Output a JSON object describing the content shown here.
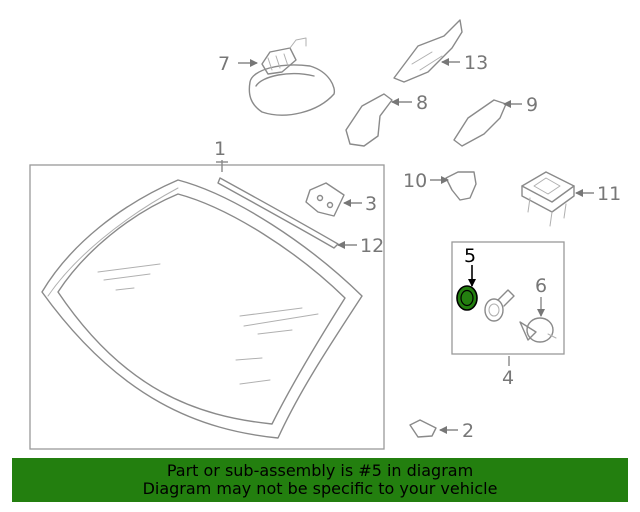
{
  "callouts": {
    "c1": "1",
    "c2": "2",
    "c3": "3",
    "c4": "4",
    "c5": "5",
    "c6": "6",
    "c7": "7",
    "c8": "8",
    "c9": "9",
    "c10": "10",
    "c11": "11",
    "c12": "12",
    "c13": "13"
  },
  "highlight": {
    "part": "5",
    "color": "#237f0f"
  },
  "banner": {
    "line1": "Part or sub-assembly is #5 in diagram",
    "line2": "Diagram may not be specific to your vehicle",
    "background": "#237f0f"
  }
}
